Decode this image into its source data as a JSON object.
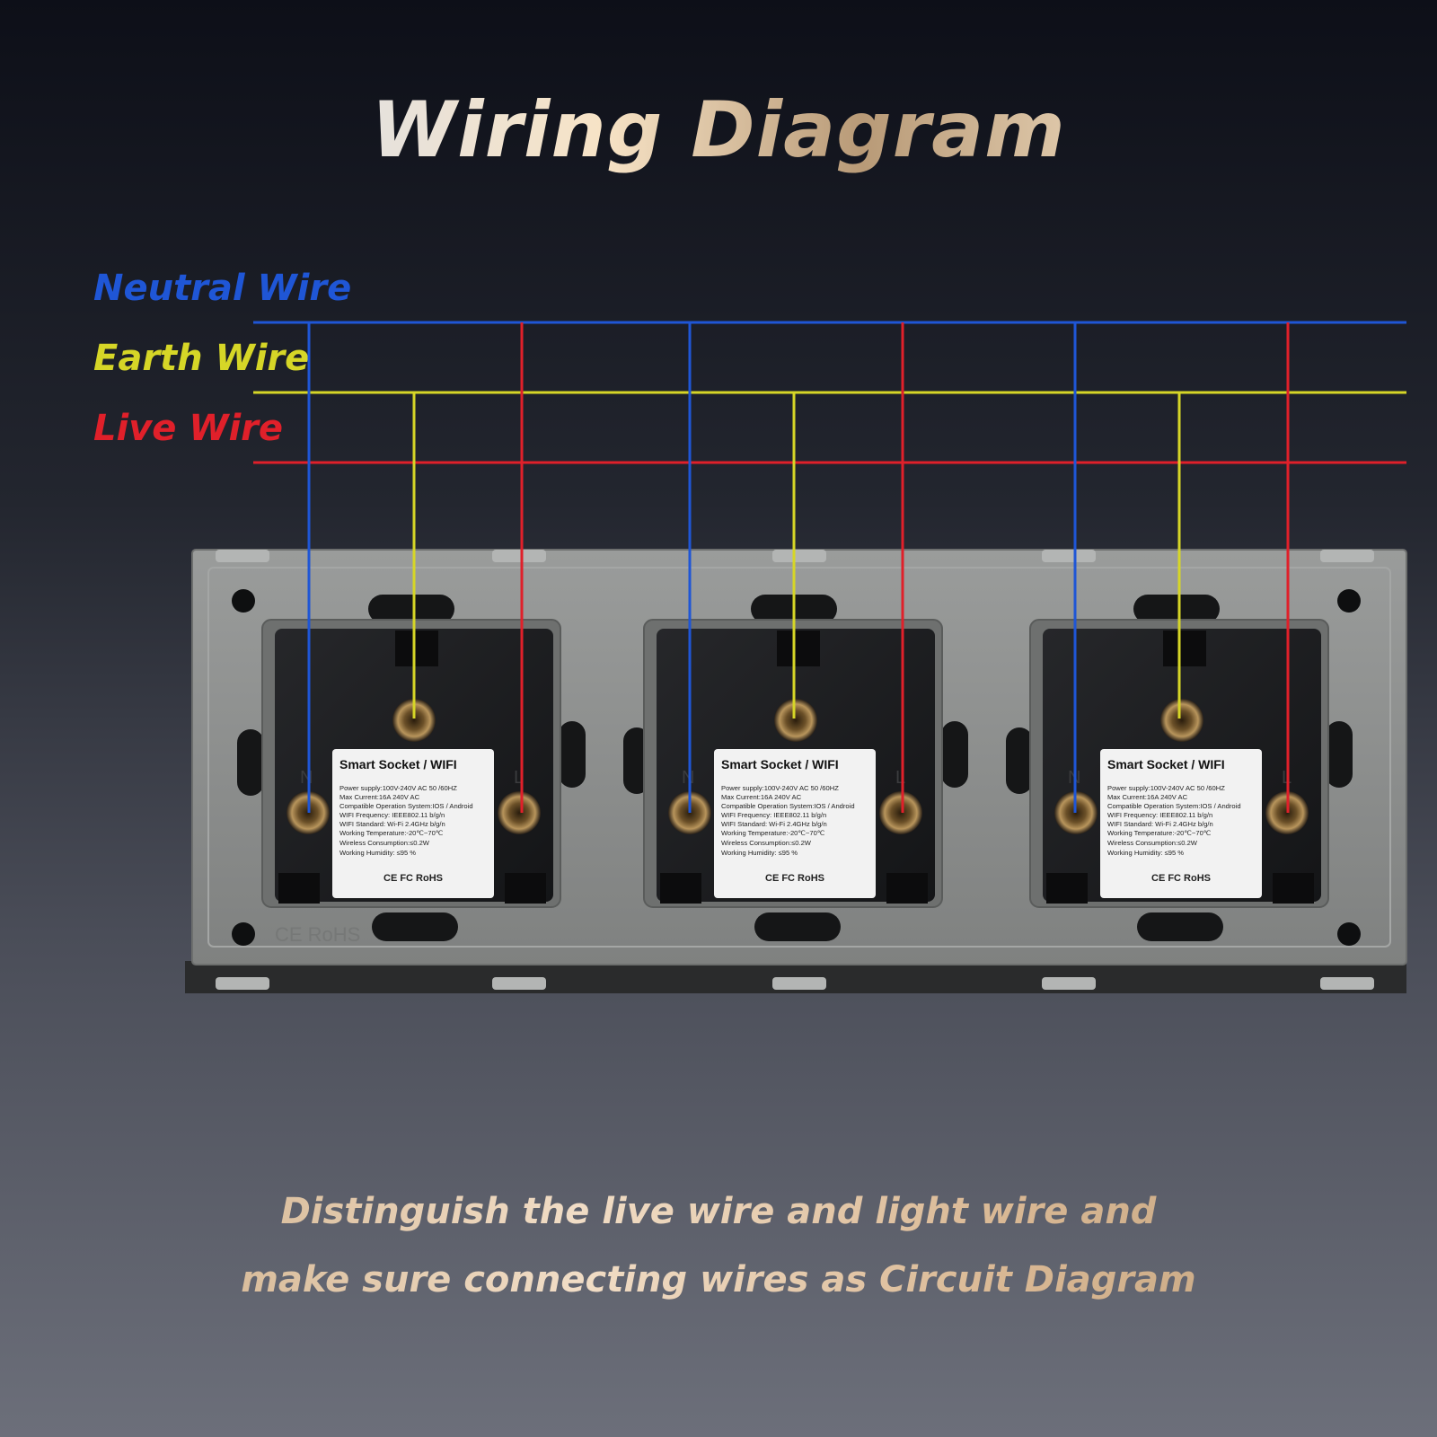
{
  "title": "Wiring Diagram",
  "colors": {
    "neutral": "#1f56d6",
    "earth": "#d6d627",
    "live": "#e0202a",
    "plate": "#8a8c8b",
    "module": "#1b1c1e",
    "label_bg": "#f2f2f2"
  },
  "wires": [
    {
      "key": "neutral",
      "label": "Neutral Wire"
    },
    {
      "key": "earth",
      "label": "Earth Wire"
    },
    {
      "key": "live",
      "label": "Live Wire"
    }
  ],
  "sockets": [
    {
      "label_title": "Smart Socket / WIFI",
      "specs": [
        "Power supply:100V-240V AC  50 /60HZ",
        "Max Current:16A  240V AC",
        "Compatible Operation System:IOS / Android",
        "WIFI Frequency: IEEE802.11 b/g/n",
        "WIFI Standard: Wi-Fi 2.4GHz b/g/n",
        "Working Temperature:-20℃~70℃",
        "Wireless Consumption:≤0.2W",
        "Working Humidity: ≤95 %"
      ],
      "certs": "CE  FC  RoHS",
      "terminal_n": "N",
      "terminal_l": "L"
    },
    {
      "label_title": "Smart Socket / WIFI",
      "specs": [
        "Power supply:100V-240V AC  50 /60HZ",
        "Max Current:16A  240V AC",
        "Compatible Operation System:IOS / Android",
        "WIFI Frequency: IEEE802.11 b/g/n",
        "WIFI Standard: Wi-Fi 2.4GHz b/g/n",
        "Working Temperature:-20℃~70℃",
        "Wireless Consumption:≤0.2W",
        "Working Humidity: ≤95 %"
      ],
      "certs": "CE  FC  RoHS",
      "terminal_n": "N",
      "terminal_l": "L"
    },
    {
      "label_title": "Smart Socket / WIFI",
      "specs": [
        "Power supply:100V-240V AC  50 /60HZ",
        "Max Current:16A  240V AC",
        "Compatible Operation System:IOS / Android",
        "WIFI Frequency: IEEE802.11 b/g/n",
        "WIFI Standard: Wi-Fi 2.4GHz b/g/n",
        "Working Temperature:-20℃~70℃",
        "Wireless Consumption:≤0.2W",
        "Working Humidity: ≤95 %"
      ],
      "certs": "CE  FC  RoHS",
      "terminal_n": "N",
      "terminal_l": "L"
    }
  ],
  "plate_mark": "CE RoHS",
  "caption": {
    "line1": "Distinguish the live wire and light wire and",
    "line2": "make sure connecting wires as Circuit Diagram"
  }
}
